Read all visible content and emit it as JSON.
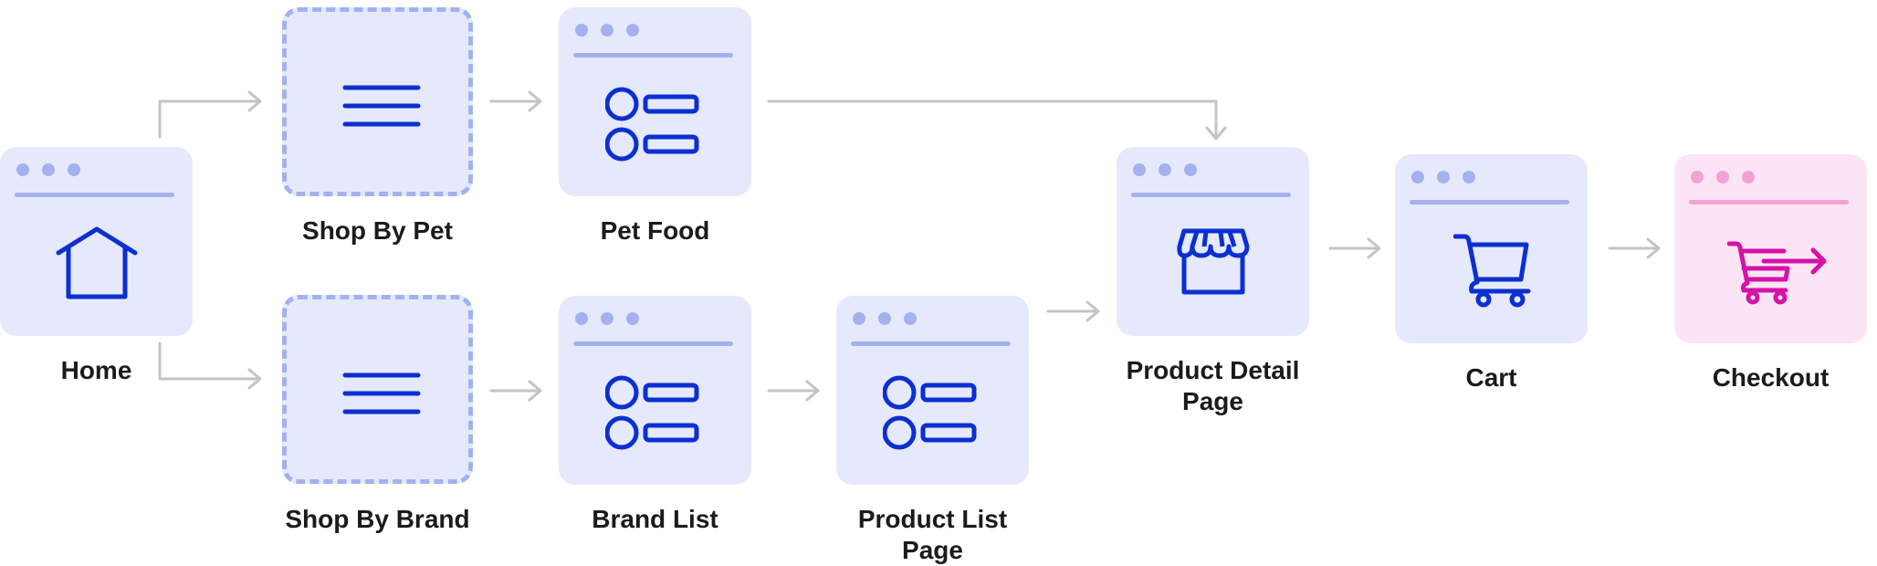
{
  "nodes": {
    "home": {
      "label": "Home",
      "icon": "house-icon"
    },
    "shop_by_pet": {
      "label": "Shop By Pet",
      "icon": "menu-icon"
    },
    "pet_food": {
      "label": "Pet Food",
      "icon": "list-icon"
    },
    "shop_by_brand": {
      "label": "Shop By Brand",
      "icon": "menu-icon"
    },
    "brand_list": {
      "label": "Brand List",
      "icon": "list-icon"
    },
    "product_list_page": {
      "label_line1": "Product List",
      "label_line2": "Page",
      "icon": "list-icon"
    },
    "product_detail_page": {
      "label_line1": "Product Detail",
      "label_line2": "Page",
      "icon": "storefront-icon"
    },
    "cart": {
      "label": "Cart",
      "icon": "cart-icon"
    },
    "checkout": {
      "label": "Checkout",
      "icon": "cart-arrow-icon"
    }
  },
  "edges": [
    [
      "home",
      "shop_by_pet"
    ],
    [
      "home",
      "shop_by_brand"
    ],
    [
      "shop_by_pet",
      "pet_food"
    ],
    [
      "pet_food",
      "product_detail_page"
    ],
    [
      "shop_by_brand",
      "brand_list"
    ],
    [
      "brand_list",
      "product_list_page"
    ],
    [
      "product_list_page",
      "product_detail_page"
    ],
    [
      "product_detail_page",
      "cart"
    ],
    [
      "cart",
      "checkout"
    ]
  ],
  "colors": {
    "card": "#e6e9fb",
    "card_accent": "#a3b2ee",
    "icon": "#0b2fd1",
    "checkout_card": "#fbe5f4",
    "checkout_accent": "#f0a3d6",
    "checkout_icon": "#d413a8",
    "arrow": "#c4c4c4",
    "label": "#1b1b1b"
  }
}
